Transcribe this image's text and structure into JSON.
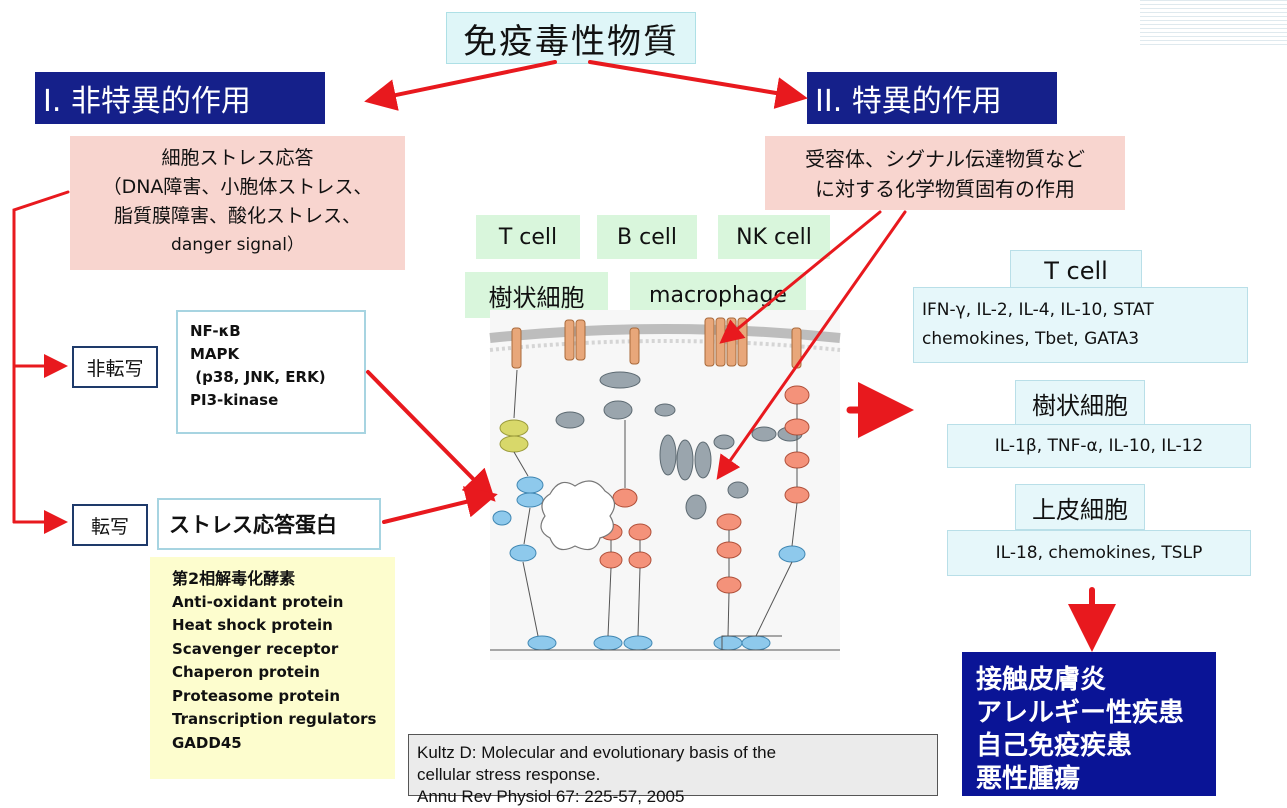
{
  "title": "免疫毒性物質",
  "left_branch": {
    "heading": "I. 非特異的作用",
    "stress_box": [
      "細胞ストレス応答",
      "（DNA障害、小胞体ストレス、",
      "脂質膜障害、酸化ストレス、",
      "danger signal）"
    ],
    "non_transcription_label": "非転写",
    "non_transcription_items": [
      "NF-κB",
      "MAPK",
      " (p38, JNK, ERK)",
      "PI3-kinase"
    ],
    "transcription_label": "転写",
    "transcription_item": "ストレス応答蛋白",
    "stress_proteins": [
      "第2相解毒化酵素",
      "Anti-oxidant protein",
      "Heat shock protein",
      "Scavenger receptor",
      "Chaperon protein",
      "Proteasome protein",
      "Transcription regulators",
      "GADD45"
    ]
  },
  "right_branch": {
    "heading": "II. 特異的作用",
    "receptor_box": [
      "受容体、シグナル伝達物質など",
      "に対する化学物質固有の作用"
    ]
  },
  "cell_types": [
    "T cell",
    "B cell",
    "NK cell",
    "樹状細胞",
    "macrophage"
  ],
  "responses": [
    {
      "title": "T cell",
      "lines": [
        "IFN-γ, IL-2, IL-4, IL-10, STAT",
        "chemokines, Tbet, GATA3"
      ]
    },
    {
      "title": "樹状細胞",
      "lines": [
        "IL-1β, TNF-α, IL-10, IL-12"
      ]
    },
    {
      "title": "上皮細胞",
      "lines": [
        "IL-18, chemokines, TSLP"
      ]
    }
  ],
  "diseases": [
    "接触皮膚炎",
    "アレルギー性疾患",
    "自己免疫疾患",
    "悪性腫瘍"
  ],
  "citation": [
    "Kultz D: Molecular and evolutionary basis of the",
    "cellular stress response.",
    "Annu Rev Physiol 67: 225-57, 2005"
  ],
  "colors": {
    "navy": "#15208a",
    "pink": "#f8d5cf",
    "green": "#d9f6dc",
    "yellow": "#fdfdce",
    "light_blue": "#e6f7fa",
    "arrow_red": "#e8191e",
    "disease_blue": "#0a1496"
  }
}
